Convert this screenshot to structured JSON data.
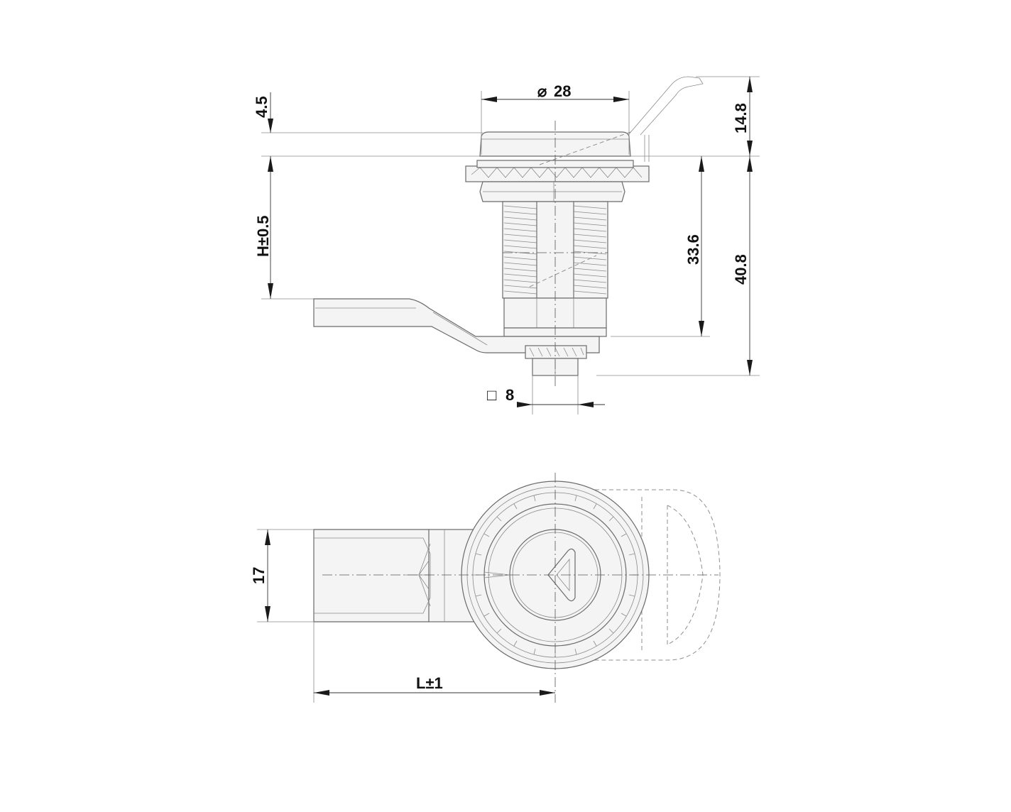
{
  "dimensions": {
    "diameter": "28",
    "diameter_symbol": "⌀",
    "cap_height": "4.5",
    "handle_height": "14.8",
    "h_tol": "H±0.5",
    "body_length": "33.6",
    "total_length": "40.8",
    "square": "8",
    "square_symbol": "□",
    "cam_width": "17",
    "l_tol": "L±1"
  }
}
